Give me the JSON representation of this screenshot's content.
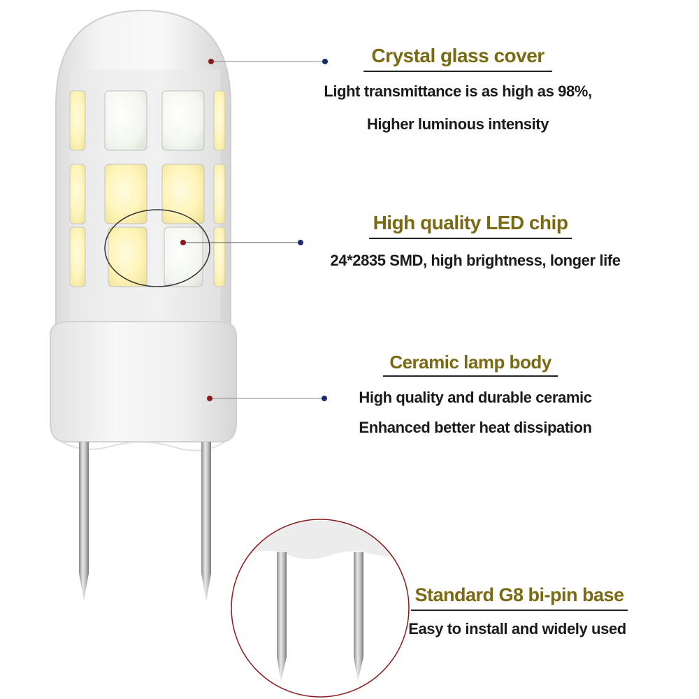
{
  "colors": {
    "heading": "#7a6a14",
    "text": "#1a1a1a",
    "dot_left": "#8b1a1a",
    "dot_right": "#1c2a6e",
    "inset_ring": "#8b1a1a"
  },
  "features": [
    {
      "title": "Crystal glass cover",
      "lines": [
        "Light transmittance is as high as 98%,",
        "Higher luminous intensity"
      ]
    },
    {
      "title": "High quality LED chip",
      "lines": [
        "24*2835 SMD, high brightness, longer life"
      ]
    },
    {
      "title": "Ceramic lamp body",
      "lines": [
        "High quality and durable ceramic",
        "Enhanced better heat dissipation"
      ]
    },
    {
      "title": "Standard G8 bi-pin base",
      "lines": [
        "Easy to install and widely used"
      ]
    }
  ]
}
